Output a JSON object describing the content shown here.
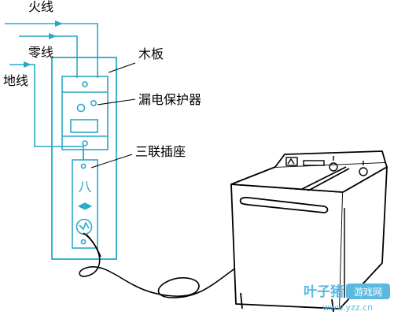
{
  "labels": {
    "fire_wire": "火线",
    "neutral_wire": "零线",
    "ground_wire": "地线",
    "wood_board": "木板",
    "leakage_protector": "漏电保护器",
    "triple_socket": "三联插座"
  },
  "socket_symbols": {
    "plug_pins": "八",
    "arrows": "◀▶"
  },
  "watermark": {
    "name": "叶子猪",
    "badge": "游戏网",
    "url": "www.yzz.cn"
  },
  "colors": {
    "line": "#29a9c8",
    "ink": "#000000",
    "watermark": "#5bb8e0"
  }
}
